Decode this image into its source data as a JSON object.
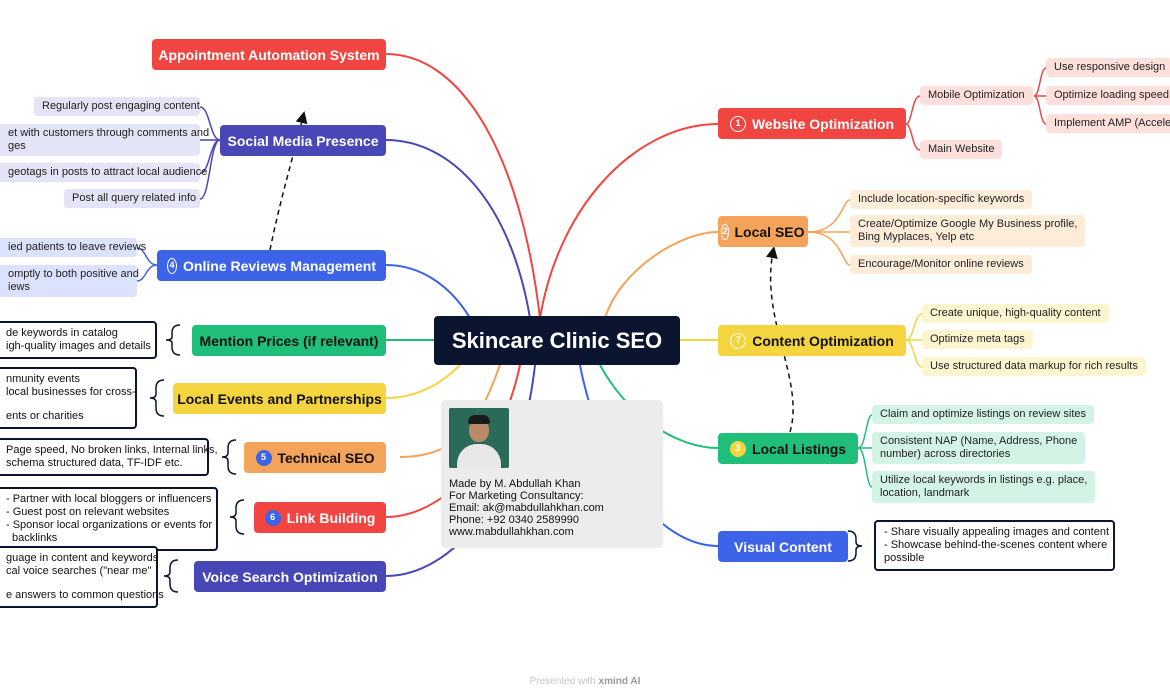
{
  "central": {
    "title": "Skincare Clinic SEO"
  },
  "topics": {
    "website_optimization": {
      "num": "1",
      "label": "Website Optimization",
      "mobile": {
        "label": "Mobile Optimization",
        "children": [
          "Use responsive design",
          "Optimize loading speed",
          "Implement AMP (Accele"
        ]
      },
      "main_website": "Main Website"
    },
    "local_seo": {
      "num": "2",
      "label": "Local SEO",
      "children": [
        "Include location-specific keywords",
        "Create/Optimize Google My Business profile,",
        "Bing Myplaces, Yelp etc",
        "Encourage/Monitor online reviews"
      ]
    },
    "content_optimization": {
      "num": "7",
      "label": "Content Optimization",
      "children": [
        "Create unique, high-quality content",
        "Optimize meta tags",
        "Use structured data markup for rich results"
      ]
    },
    "local_listings": {
      "num": "3",
      "label": "Local Listings",
      "children": [
        "Claim and optimize listings on review sites",
        "Consistent NAP (Name, Address, Phone",
        "number) across directories",
        "Utilize local keywords in listings e.g. place,",
        "location, landmark"
      ]
    },
    "visual_content": {
      "label": "Visual Content",
      "lines": [
        "- Share visually appealing images and content",
        "- Showcase behind-the-scenes content where",
        "possible"
      ]
    },
    "appointment": {
      "label": "Appointment Automation System"
    },
    "social_media": {
      "label": "Social Media Presence",
      "children": [
        "Regularly post engaging content",
        "et with customers through comments and",
        "ges",
        "geotags in posts to attract local audience",
        "Post all query related info"
      ]
    },
    "online_reviews": {
      "num": "4",
      "label": "Online Reviews Management",
      "children": [
        "ied patients to leave reviews",
        "omptly to both positive and",
        "iews"
      ]
    },
    "mention_prices": {
      "label": "Mention Prices (if relevant)",
      "lines": [
        "de keywords in catalog",
        "igh-quality images and details"
      ]
    },
    "local_events": {
      "label": "Local Events and Partnerships",
      "lines": [
        "nmunity events",
        "local businesses for cross-",
        "",
        "ents or charities"
      ]
    },
    "technical_seo": {
      "num": "5",
      "label": "Technical SEO",
      "lines": [
        "Page speed, No broken links, Internal links,",
        "schema structured data, TF-IDF etc."
      ]
    },
    "link_building": {
      "num": "6",
      "label": "Link Building",
      "lines": [
        "- Partner with local bloggers or influencers",
        "- Guest post on relevant websites",
        "- Sponsor local organizations or events for",
        "backlinks"
      ]
    },
    "voice_search": {
      "label": "Voice Search Optimization",
      "lines": [
        "guage in content and keywords",
        "cal voice searches (\"near me\"",
        "",
        "e answers to common questions"
      ]
    }
  },
  "author_card": {
    "lines": [
      "Made by M. Abdullah Khan",
      "For Marketing Consultancy:",
      "Email: ak@mabdullahkhan.com",
      "Phone: +92 0340 2589990",
      "www.mabdullahkhan.com"
    ]
  },
  "footer": {
    "prefix": "Presented with",
    "brand": "xmind AI"
  },
  "colors": {
    "red": "#f04540",
    "orange": "#f4a35a",
    "yellow": "#f5d53f",
    "green": "#1fbf7a",
    "blue": "#3d63e8",
    "indigo": "#4747b8",
    "dark": "#0b1530"
  }
}
